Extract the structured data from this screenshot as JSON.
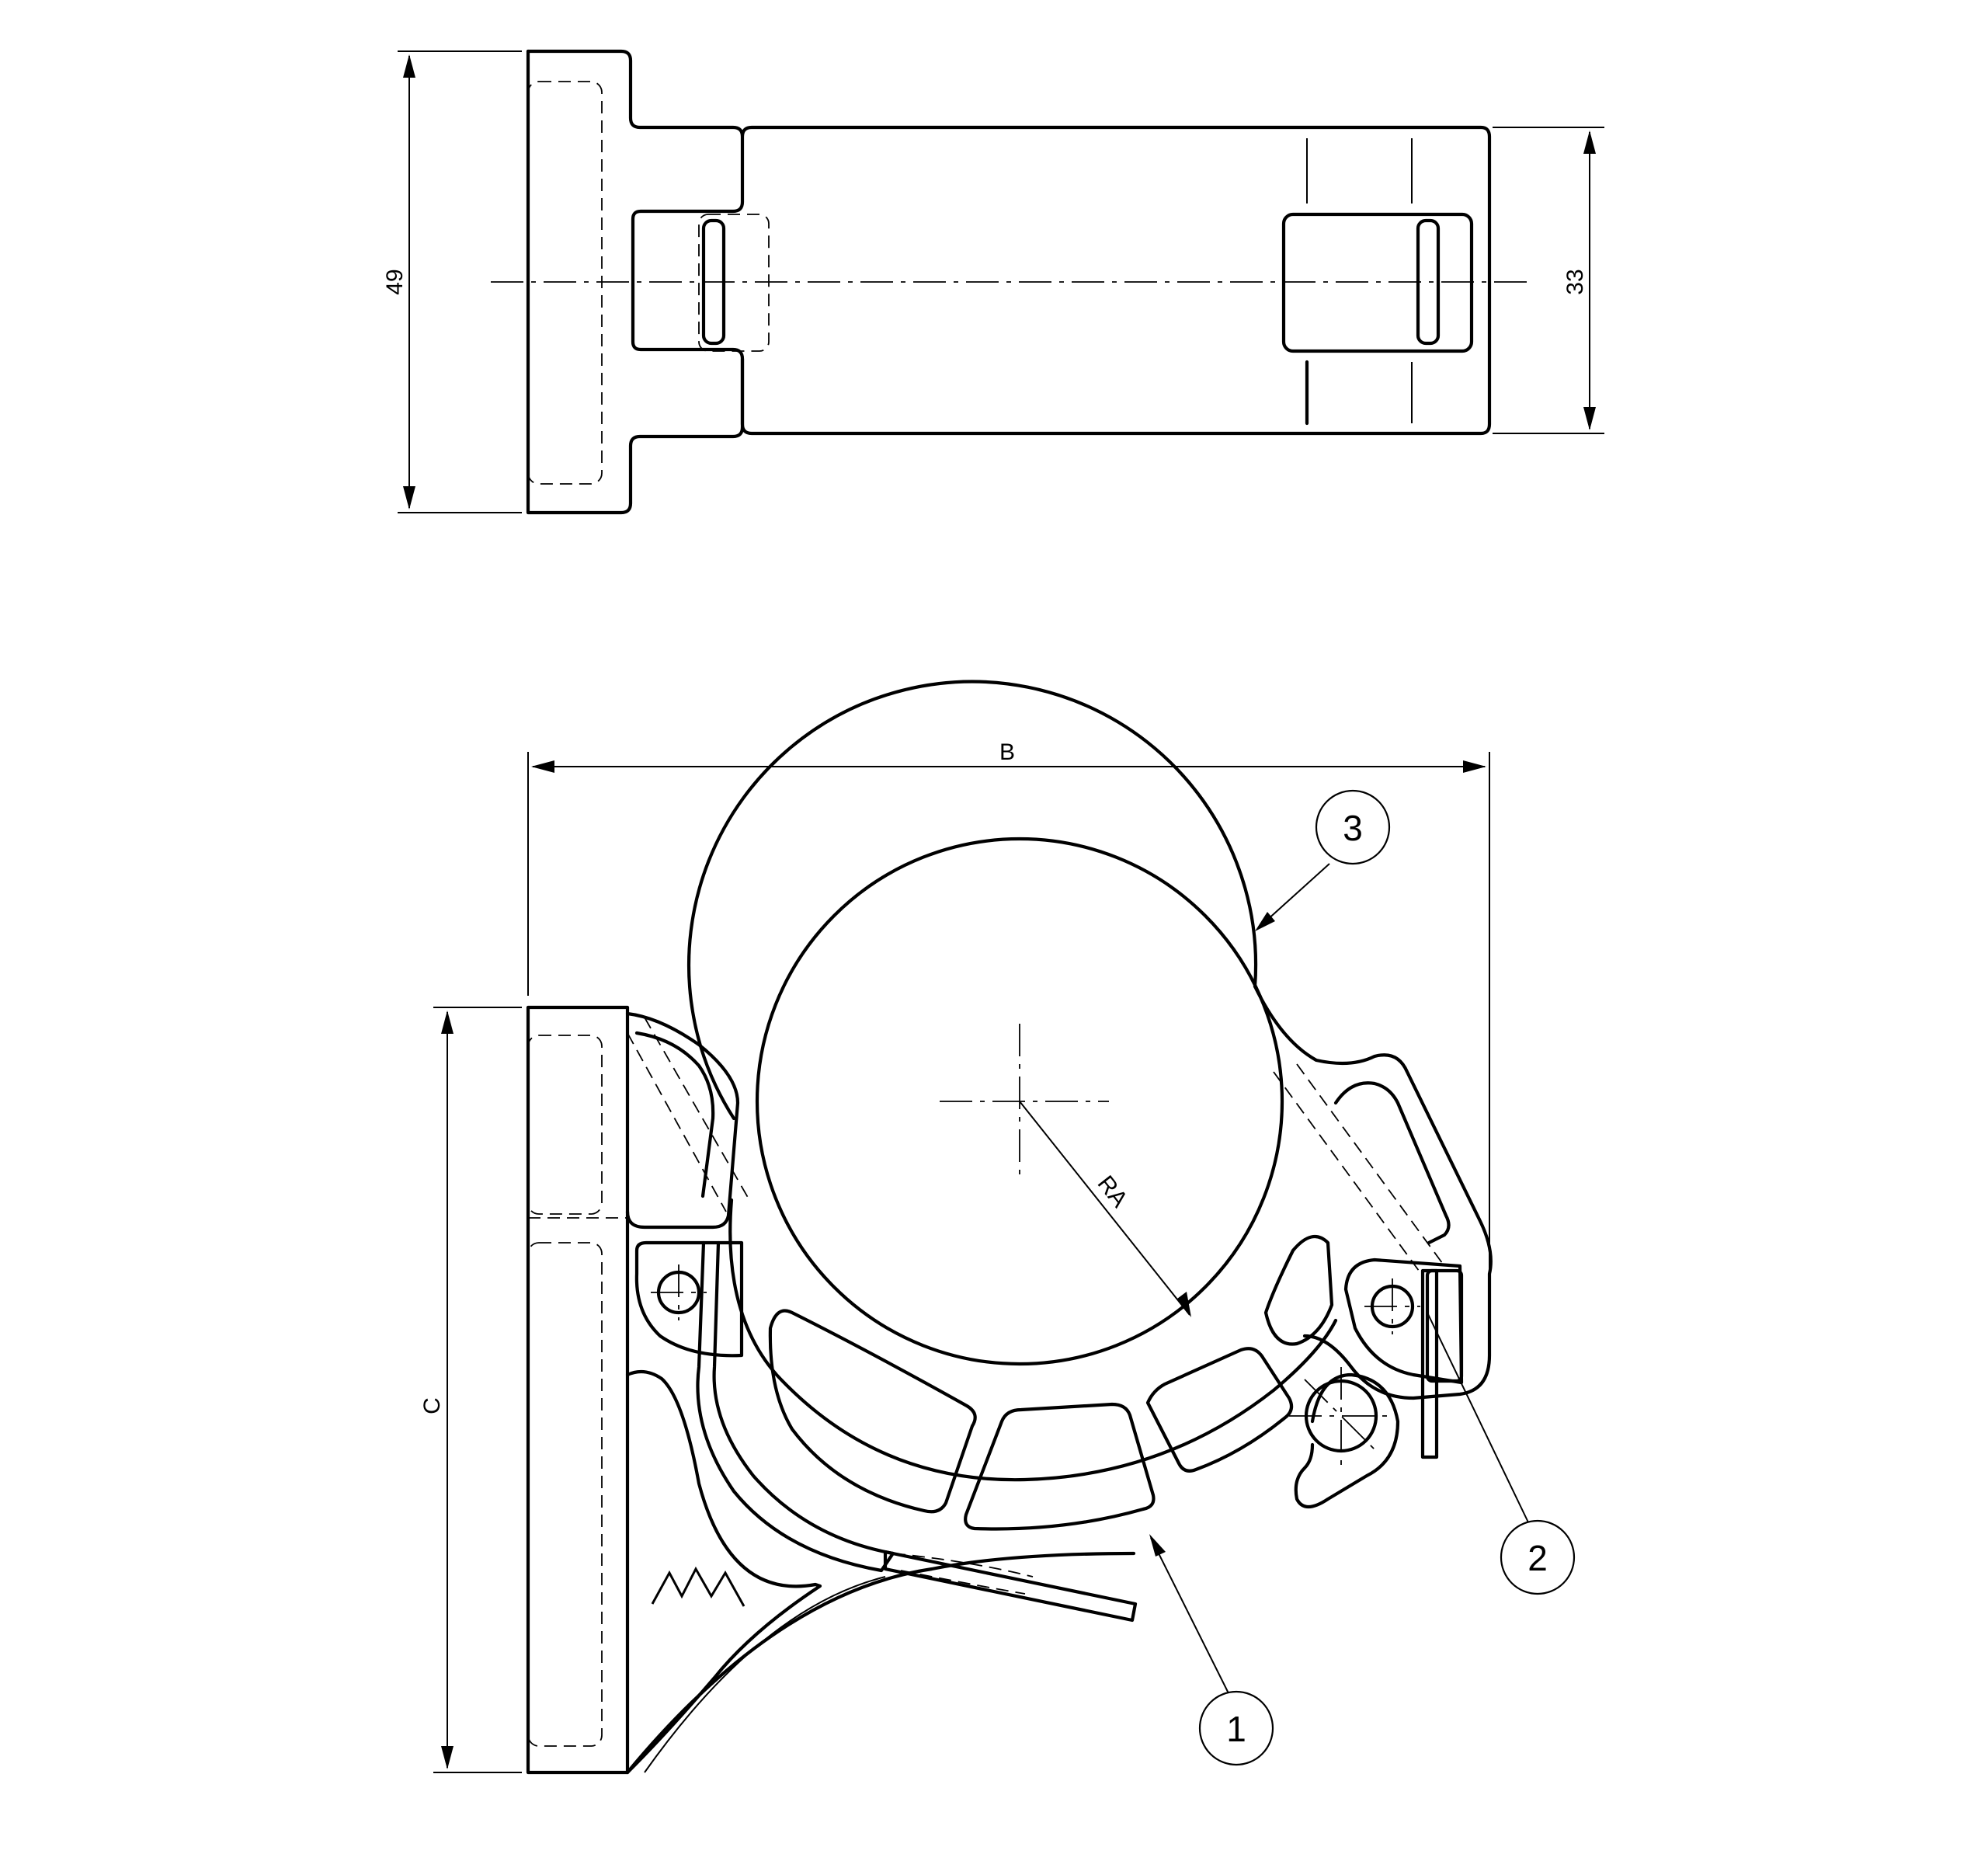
{
  "dimensions": {
    "width_top": "49",
    "height_right": "33",
    "overall_b": "B",
    "overall_c": "C",
    "radius": "RA"
  },
  "callouts": [
    "1",
    "2",
    "3"
  ]
}
